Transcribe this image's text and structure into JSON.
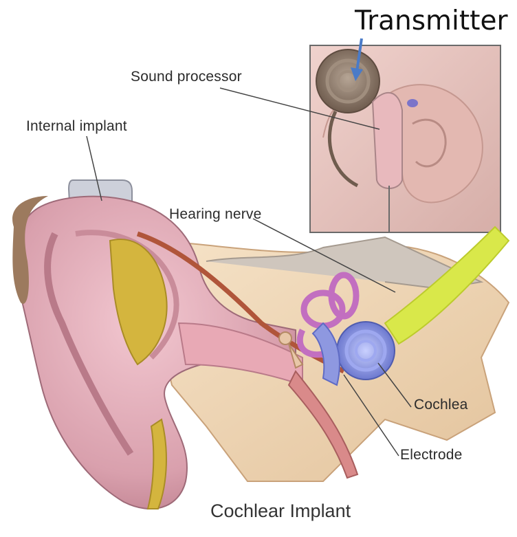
{
  "labels": {
    "transmitter": "Transmitter",
    "sound_processor": "Sound processor",
    "internal_implant": "Internal implant",
    "hearing_nerve": "Hearing nerve",
    "cochlea": "Cochlea",
    "electrode": "Electrode",
    "title": "Cochlear Implant"
  },
  "colors": {
    "skin": "#d9a0ad",
    "skin_dark": "#b97a89",
    "bone": "#efd7b6",
    "marrow": "#d4b53e",
    "nerve": "#d9e84a",
    "cochlea": "#8e98e0",
    "canals": "#c26fc0",
    "implant": "#c9ccd6",
    "coil": "#8e7a6a",
    "inset_bg": "#e8c7c3",
    "arrow": "#4a7bc8"
  }
}
